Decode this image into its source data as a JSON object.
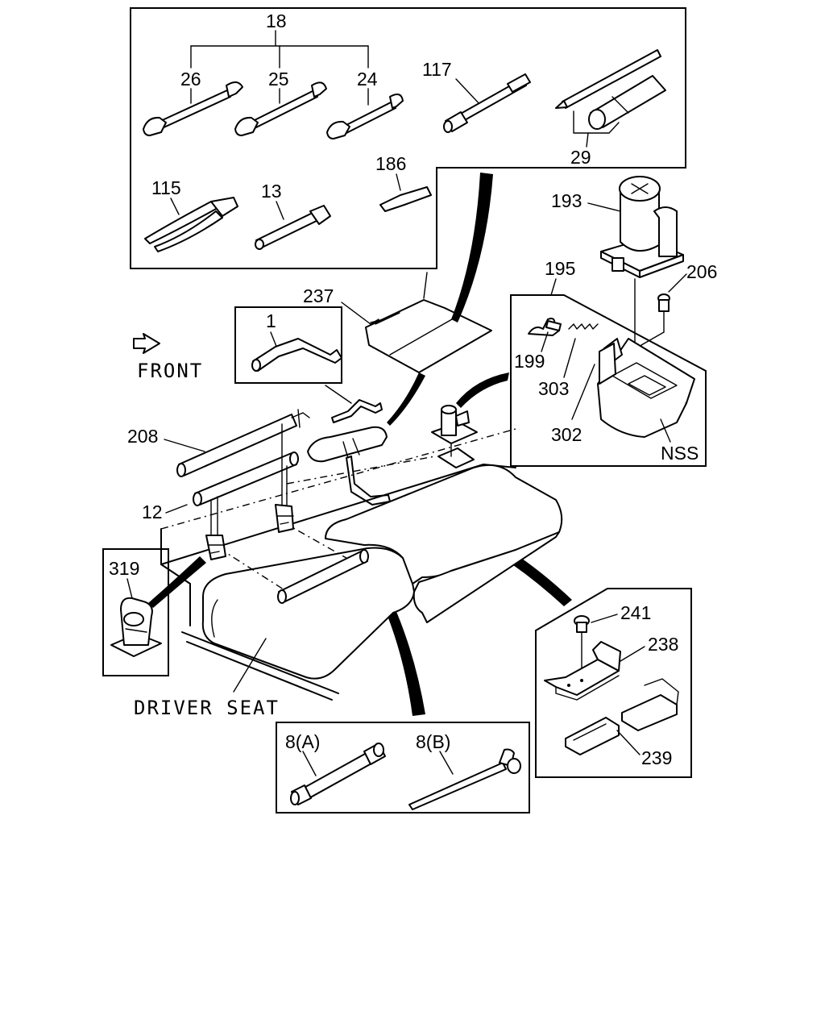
{
  "labels": {
    "wrench_set": "18",
    "wrench_26": "26",
    "wrench_25": "25",
    "wrench_24": "24",
    "extension_bar": "117",
    "screwdriver_set": "29",
    "pliers": "115",
    "adjustable_wrench": "13",
    "pry_tool": "186",
    "jack": "193",
    "jack_tray": "195",
    "bolt": "206",
    "wing_bolt": "199",
    "spring": "303",
    "bracket": "302",
    "nss": "NSS",
    "tool_bag": "237",
    "jack_handle_part": "1",
    "front": "FRONT",
    "handle_bar": "208",
    "bar_clip": "12",
    "holder_clip": "319",
    "driver_seat": "DRIVER SEAT",
    "wheel_wrench_a": "8(A)",
    "wheel_wrench_b": "8(B)",
    "screw": "241",
    "bracket_plate": "238",
    "strap": "239"
  }
}
